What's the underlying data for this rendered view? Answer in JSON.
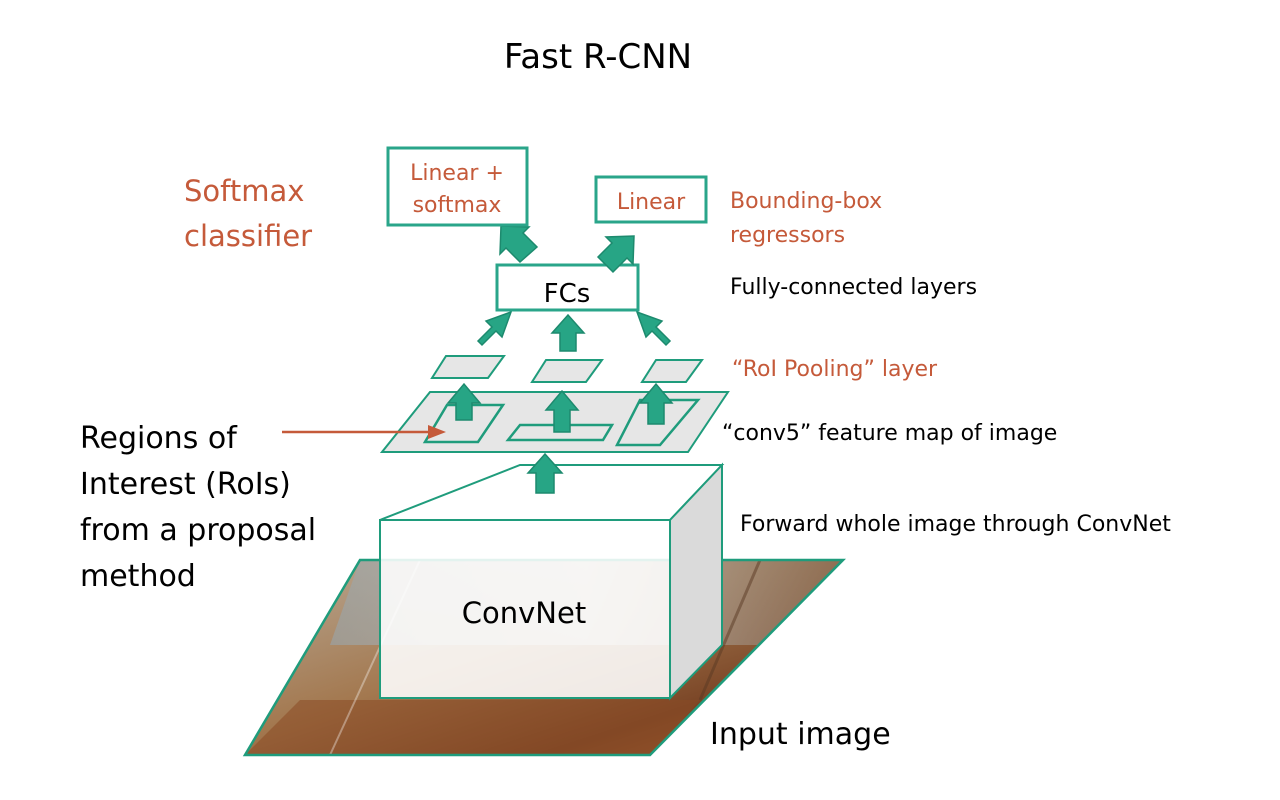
{
  "title": "Fast R-CNN",
  "left_label": {
    "lines": [
      "Regions of",
      "Interest (RoIs)",
      "from a proposal",
      "method"
    ]
  },
  "softmax_classifier": {
    "lines": [
      "Softmax",
      "classifier"
    ]
  },
  "linear_softmax_box": {
    "lines": [
      "Linear +",
      "softmax"
    ]
  },
  "linear_box": {
    "label": "Linear"
  },
  "bbox_regressors": {
    "lines": [
      "Bounding-box",
      "regressors"
    ]
  },
  "fcs_box": {
    "label": "FCs"
  },
  "fc_layers_label": "Fully-connected layers",
  "roi_pooling_label": "“RoI Pooling” layer",
  "conv5_label": "“conv5” feature map of image",
  "forward_label": "Forward whole image through ConvNet",
  "convnet_label": "ConvNet",
  "input_label": "Input image",
  "colors": {
    "accent_green": "#2aa58a",
    "label_red": "#c55a3a",
    "text_black": "#000000"
  }
}
